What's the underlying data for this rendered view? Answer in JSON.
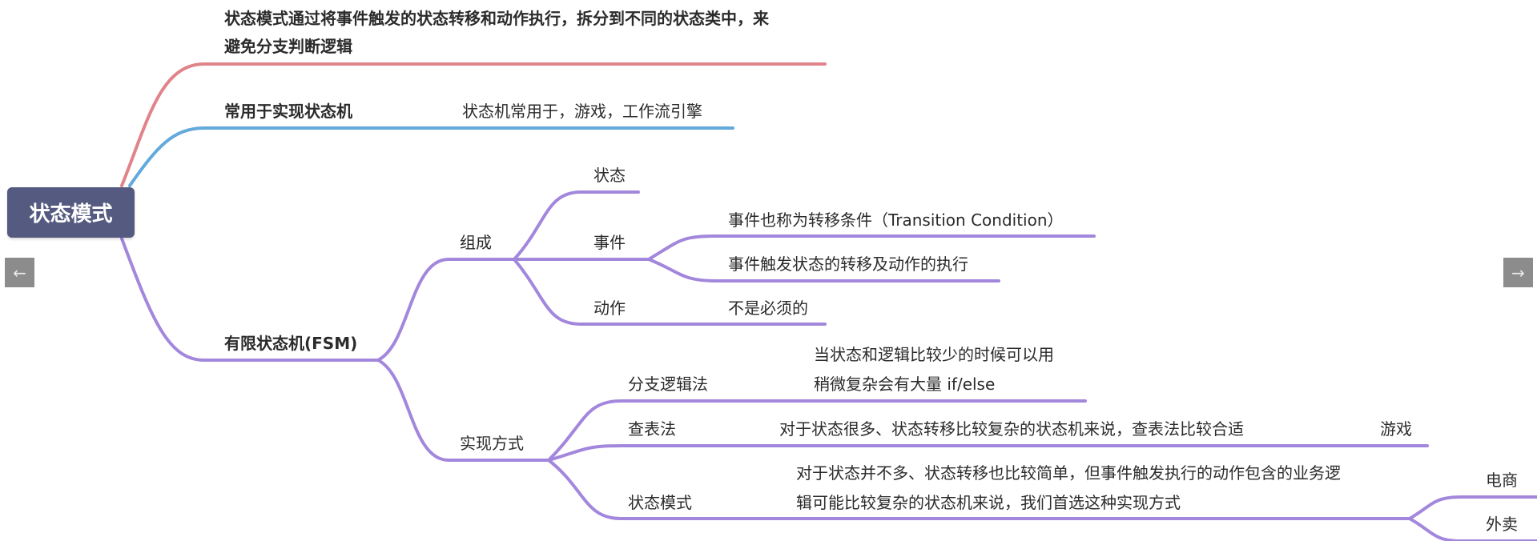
{
  "colors": {
    "red_branch": "#e0848a",
    "blue_branch": "#62a9dc",
    "purple_branch": "#a287dc",
    "root_bg": "#555a80"
  },
  "root": {
    "label": "状态模式"
  },
  "nav": {
    "prev_icon": "←",
    "next_icon": "→"
  },
  "nodes": {
    "desc_line1": "状态模式通过将事件触发的状态转移和动作执行，拆分到不同的状态类中，来",
    "desc_line2": "避免分支判断逻辑",
    "usage": "常用于实现状态机",
    "usage_detail": "状态机常用于，游戏，工作流引擎",
    "fsm": "有限状态机(FSM)",
    "composition": "组成",
    "state": "状态",
    "event": "事件",
    "event_detail_1": "事件也称为转移条件（Transition Condition）",
    "event_detail_2": "事件触发状态的转移及动作的执行",
    "action": "动作",
    "action_detail": "不是必须的",
    "implementation": "实现方式",
    "branch_logic": "分支逻辑法",
    "branch_logic_line1": "当状态和逻辑比较少的时候可以用",
    "branch_logic_line2": "稍微复杂会有大量 if/else",
    "lookup_table": "查表法",
    "lookup_table_detail": "对于状态很多、状态转移比较复杂的状态机来说，查表法比较合适",
    "lookup_table_example": "游戏",
    "state_pattern": "状态模式",
    "state_pattern_line1": "对于状态并不多、状态转移也比较简单，但事件触发执行的动作包含的业务逻",
    "state_pattern_line2": "辑可能比较复杂的状态机来说，我们首选这种实现方式",
    "example_ecommerce": "电商",
    "example_takeaway": "外卖"
  }
}
